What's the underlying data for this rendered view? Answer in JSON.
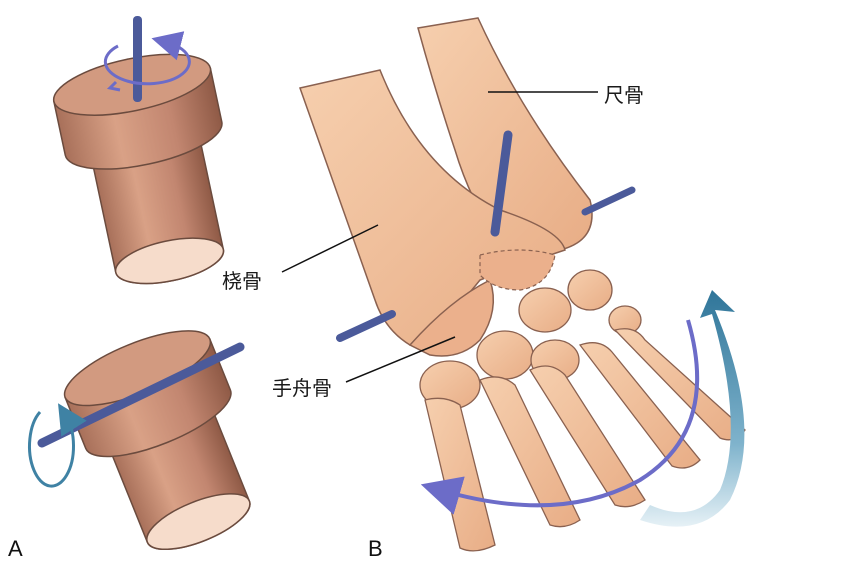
{
  "panels": {
    "a": "A",
    "b": "B"
  },
  "labels": {
    "ulna": "尺骨",
    "radius": "桡骨",
    "scaphoid": "手舟骨"
  },
  "colors": {
    "bone": "#f2c09a",
    "bone_shadow": "#d89a74",
    "cylinder": "#c98c72",
    "cylinder_dark": "#9c6450",
    "axis_rod": "#4b5a9a",
    "rotation_arrow": "#6c6cc8",
    "flex_arrow": "#3f82a4",
    "outline": "#6b4b3e",
    "leader": "#111111"
  },
  "icons": [
    "rotation-arrow-icon",
    "axis-rod-icon"
  ]
}
